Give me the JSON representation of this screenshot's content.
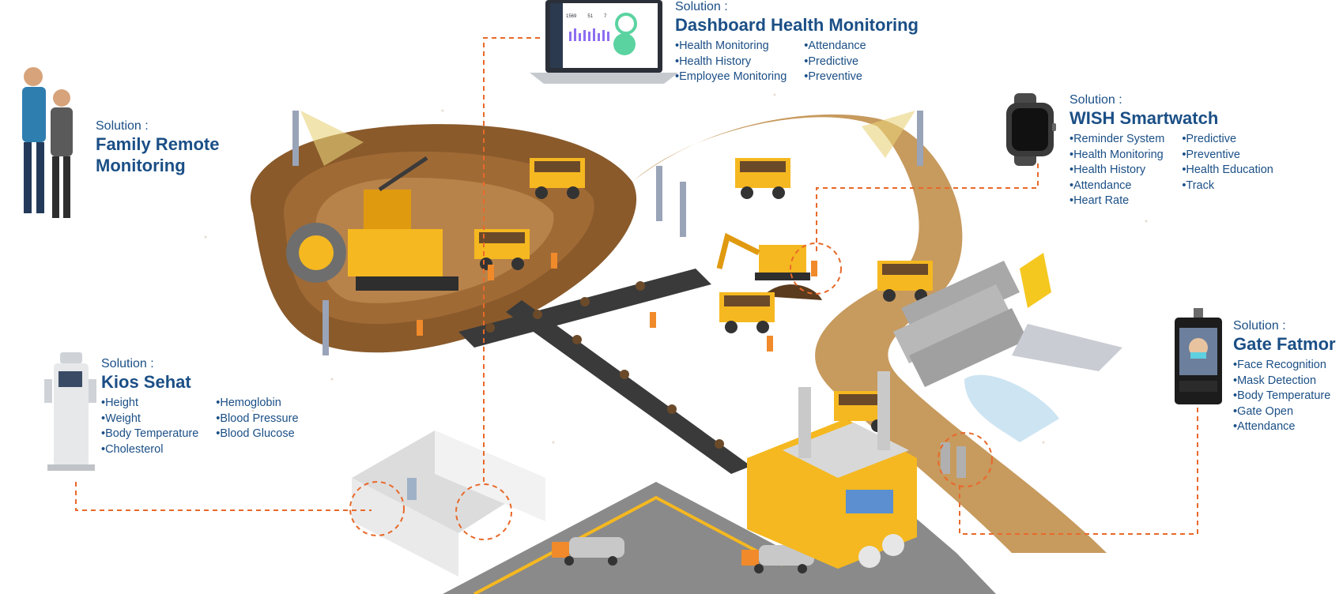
{
  "solution_label": "Solution :",
  "solutions": {
    "dashboard": {
      "title": "Dashboard Health Monitoring",
      "col1": [
        "Health Monitoring",
        "Health History",
        "Employee Monitoring"
      ],
      "col2": [
        "Attendance",
        "Predictive",
        "Preventive"
      ],
      "screen": {
        "stat1": "1569",
        "stat2": "51",
        "stat3": "7"
      }
    },
    "family": {
      "title_line1": "Family Remote",
      "title_line2": "Monitoring"
    },
    "wish": {
      "title": "WISH Smartwatch",
      "col1": [
        "Reminder System",
        "Health Monitoring",
        "Health History",
        "Attendance",
        "Heart Rate"
      ],
      "col2": [
        "Predictive",
        "Preventive",
        "Health Education",
        "Track"
      ]
    },
    "kios": {
      "title": "Kios Sehat",
      "col1": [
        "Height",
        "Weight",
        "Body Temperature",
        "Cholesterol"
      ],
      "col2": [
        "Hemoglobin",
        "Blood Pressure",
        "Blood Glucose"
      ]
    },
    "gate": {
      "title": "Gate Fatmor",
      "col1": [
        "Face Recognition",
        "Mask Detection",
        "Body Temperature",
        "Gate Open",
        "Attendance"
      ]
    }
  },
  "colors": {
    "title_blue": "#1b4f86",
    "connector_orange": "#e8692a",
    "pit_brown": "#8a5a2b",
    "dirt_tan": "#c79a5e",
    "machine_yellow": "#f5b820",
    "road_gray": "#8a8a8a"
  },
  "icons": [
    "laptop-icon",
    "smartwatch-icon",
    "family-icon",
    "kiosk-icon",
    "face-gate-icon",
    "excavator-icon",
    "dump-truck-icon",
    "factory-icon",
    "conveyor-icon",
    "worker-icon"
  ]
}
